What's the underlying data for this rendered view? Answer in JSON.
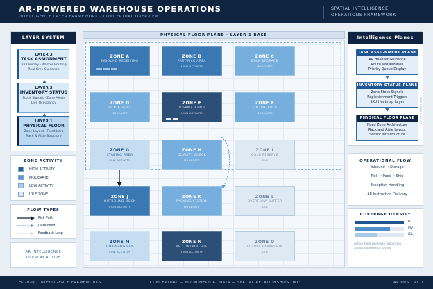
{
  "header": {
    "title": "AR-POWERED WAREHOUSE OPERATIONS",
    "subtitle": "INTELLIGENCE LAYER FRAMEWORK · CONCEPTUAL OVERVIEW",
    "right_line1": "SPATIAL INTELLIGENCE",
    "right_line2": "OPERATIONS FRAMEWORK"
  },
  "layer_system": {
    "heading": "LAYER SYSTEM",
    "layers": [
      {
        "num": "LAYER 3",
        "name": "TASK ASSIGNMENT",
        "desc1": "AR Overlay · Worker Routing",
        "desc2": "Real-time Guidance"
      },
      {
        "num": "LAYER 2",
        "name": "INVENTORY STATUS",
        "desc1": "Stock Signals · Zone Alerts",
        "desc2": "Live Occupancy"
      },
      {
        "num": "LAYER 1",
        "name": "PHYSICAL FLOOR",
        "desc1": "Zone Layout · Fixed Infra",
        "desc2": "Rack & Aisle Structure"
      }
    ]
  },
  "zone_activity": {
    "heading": "ZONE ACTIVITY",
    "items": [
      {
        "label": "HIGH ACTIVITY",
        "color": "#2c5f96"
      },
      {
        "label": "MODERATE",
        "color": "#5d97cc"
      },
      {
        "label": "LOW ACTIVITY",
        "color": "#a9cbe9"
      },
      {
        "label": "IDLE ZONE",
        "color": "#dbe7f3"
      }
    ]
  },
  "flow_types": {
    "heading": "FLOW TYPES",
    "items": [
      {
        "label": "Pick Path"
      },
      {
        "label": "Data Feed"
      },
      {
        "label": "Feedback Loop"
      }
    ]
  },
  "left_footer": {
    "line1": "AR INTELLIGENCE",
    "line2": "OVERLAY ACTIVE"
  },
  "floor_plane": {
    "heading": "PHYSICAL FLOOR PLANE · LAYER 1 BASE",
    "zones": [
      {
        "name": "ZONE A",
        "sub": "INBOUND RECEIVING",
        "activity": "",
        "level": "high"
      },
      {
        "name": "ZONE B",
        "sub": "FAST-PICK AREA",
        "activity": "HIGH ACTIVITY",
        "level": "high"
      },
      {
        "name": "ZONE C",
        "sub": "BULK STORAGE",
        "activity": "MODERATE",
        "level": "mod"
      },
      {
        "name": "ZONE D",
        "sub": "PICK & SORT",
        "activity": "MODERATE",
        "level": "mod"
      },
      {
        "name": "ZONE E",
        "sub": "DISPATCH HUB",
        "activity": "HIGH ACTIVITY",
        "level": "dark"
      },
      {
        "name": "ZONE F",
        "sub": "FUTURE AREA",
        "activity": "MODERATE",
        "level": "mod"
      },
      {
        "name": "ZONE G",
        "sub": "STAGING AREA",
        "activity": "LOW ACTIVITY",
        "level": "low"
      },
      {
        "name": "ZONE H",
        "sub": "QUALITY CHECK",
        "activity": "MODERATE",
        "level": "mod"
      },
      {
        "name": "ZONE I",
        "sub": "COLD RESERVE",
        "activity": "IDLE",
        "level": "idle"
      },
      {
        "name": "ZONE J",
        "sub": "OUTBOUND DOCK",
        "activity": "HIGH ACTIVITY",
        "level": "high"
      },
      {
        "name": "ZONE K",
        "sub": "PACKING STATION",
        "activity": "MODERATE",
        "level": "mod"
      },
      {
        "name": "ZONE L",
        "sub": "OVERFLOW BUFFER",
        "activity": "IDLE",
        "level": "idle"
      },
      {
        "name": "ZONE M",
        "sub": "CHARGING BAY",
        "activity": "LOW ACTIVITY",
        "level": "low"
      },
      {
        "name": "ZONE N",
        "sub": "AR CONTROL HUB",
        "activity": "HIGH ACTIVITY",
        "level": "dark"
      },
      {
        "name": "ZONE O",
        "sub": "FUTURE EXPANSION",
        "activity": "IDLE",
        "level": "idle"
      }
    ]
  },
  "intelligence_planes": {
    "heading": "Intelligence Planes",
    "side_tag": "FEEDBACK LOOP",
    "planes": [
      {
        "title": "TASK ASSIGNMENT PLANE",
        "lines": [
          "AR Headset Guidance",
          "Route Visualization",
          "Priority Queue Display"
        ]
      },
      {
        "title": "INVENTORY STATUS PLANE",
        "lines": [
          "Zone Stock Signals",
          "Replenishment Triggers",
          "SKU Heatmap Layer"
        ]
      },
      {
        "title": "PHYSICAL FLOOR PLANE",
        "lines": [
          "Fixed Zone Architecture",
          "Rack and Aisle Layout",
          "Sensor Infrastructure"
        ]
      }
    ]
  },
  "operational_flow": {
    "heading": "OPERATIONAL FLOW",
    "steps": [
      "Inbound → Storage",
      "Pick → Pack → Ship",
      "Exception Handling",
      "AR Instruction Delivery"
    ]
  },
  "coverage_density": {
    "heading": "COVERAGE DENSITY",
    "rows": [
      {
        "label": "HI",
        "fraction": 1.0,
        "color": "#1f5591"
      },
      {
        "label": "MV",
        "fraction": 0.72,
        "color": "#4f8fc8"
      },
      {
        "label": "IDL",
        "fraction": 0.46,
        "color": "#a9cbe9"
      }
    ],
    "note_line1": "Active zone coverage proportion",
    "note_line2": "across intelligence layers"
  },
  "footer": {
    "left": "H-I-N-Q · INTELLIGENCE FRAMEWORKS",
    "center": "CONCEPTUAL — NO NUMERICAL DATA — SPATIAL RELATIONSHIPS ONLY",
    "right": "AR OPS · v1.0"
  }
}
